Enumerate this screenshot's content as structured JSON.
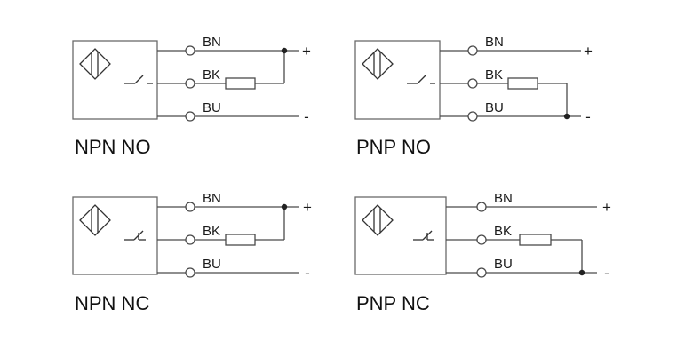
{
  "diagrams": [
    {
      "id": "npn-no",
      "title": "NPN NO",
      "contact": "NO",
      "load_to": "+",
      "wires": [
        {
          "label": "BN",
          "polarity": "+"
        },
        {
          "label": "BK",
          "polarity": ""
        },
        {
          "label": "BU",
          "polarity": "-"
        }
      ]
    },
    {
      "id": "pnp-no",
      "title": "PNP NO",
      "contact": "NO",
      "load_to": "-",
      "wires": [
        {
          "label": "BN",
          "polarity": "+"
        },
        {
          "label": "BK",
          "polarity": ""
        },
        {
          "label": "BU",
          "polarity": "-"
        }
      ]
    },
    {
      "id": "npn-nc",
      "title": "NPN NC",
      "contact": "NC",
      "load_to": "+",
      "wires": [
        {
          "label": "BN",
          "polarity": "+"
        },
        {
          "label": "BK",
          "polarity": ""
        },
        {
          "label": "BU",
          "polarity": "-"
        }
      ]
    },
    {
      "id": "pnp-nc",
      "title": "PNP NC",
      "contact": "NC",
      "load_to": "-",
      "wires": [
        {
          "label": "BN",
          "polarity": "+"
        },
        {
          "label": "BK",
          "polarity": ""
        },
        {
          "label": "BU",
          "polarity": "-"
        }
      ]
    }
  ]
}
